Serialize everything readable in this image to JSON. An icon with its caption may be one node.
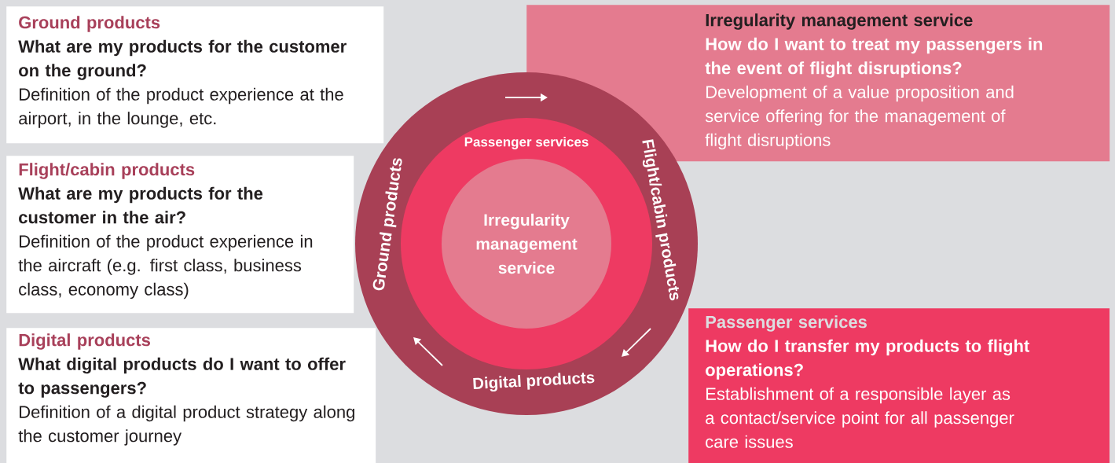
{
  "diagram": {
    "nodes": [
      {
        "text": [
          "Ground products",
          "What are my products for the customer on the ground?",
          "Definition of the product experience at the airport, in the lounge, etc."
        ]
      },
      {
        "text": [
          "Flight/cabin products",
          "What are my products for the customer in the air?",
          "Definition of the product experience in the aircraft (e.g. first class, business class, economy class)"
        ]
      },
      {
        "text": [
          "Digital products",
          "What digital products do I want to offer to passengers?",
          "Definition of a digital product strategy along the customer journey"
        ]
      },
      {
        "text": [
          "Irregularity management service",
          "How do I want to treat my passengers in the event of flight disruptions?",
          "Development of a value proposition and service offering for the management of flight disruptions"
        ]
      },
      {
        "text": [
          "Passenger services",
          "How do I transfer my products to flight operations?",
          "Establishment of a responsible layer as a contact/service point for all passenger care issues"
        ]
      },
      {
        "text": [
          "Ground products",
          "Flight/cabin products",
          "Digital products"
        ]
      },
      {
        "text": [
          "Passenger services"
        ],
        "in": 5
      },
      {
        "text": [
          "Irregularity management service"
        ],
        "in": 6
      }
    ]
  }
}
